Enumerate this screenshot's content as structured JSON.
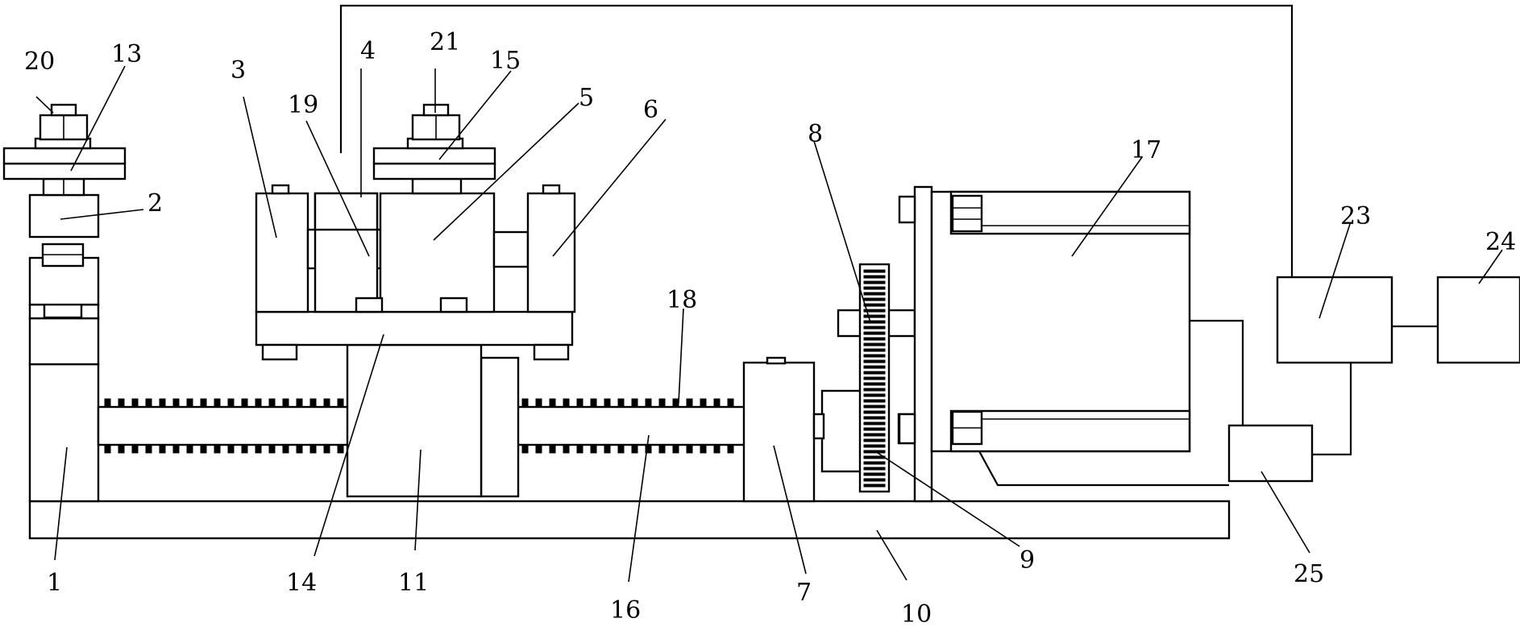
{
  "figure": {
    "labels": [
      "1",
      "2",
      "3",
      "4",
      "5",
      "6",
      "7",
      "8",
      "9",
      "10",
      "11",
      "13",
      "14",
      "15",
      "16",
      "17",
      "18",
      "19",
      "20",
      "21",
      "23",
      "24",
      "25"
    ]
  }
}
